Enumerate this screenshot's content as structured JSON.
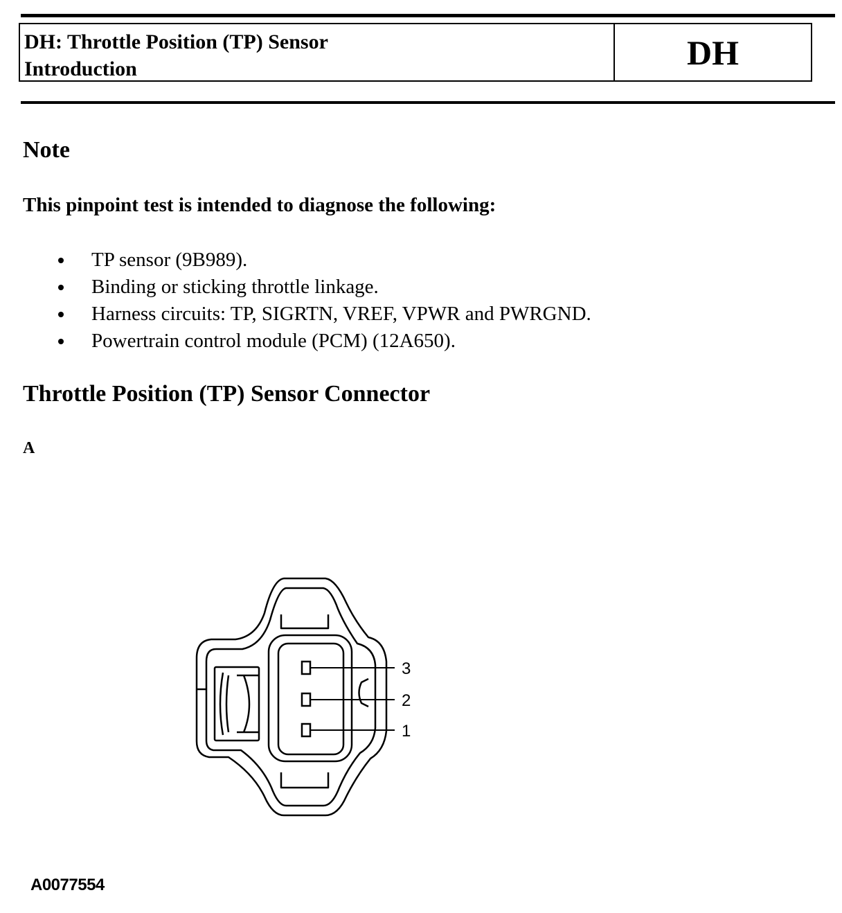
{
  "header": {
    "title_line1": "DH: Throttle Position (TP) Sensor",
    "title_line2": "Introduction",
    "code": "DH"
  },
  "note": {
    "heading": "Note",
    "intro": "This pinpoint test is intended to diagnose the following:",
    "items": [
      "TP sensor (9B989).",
      "Binding or sticking throttle linkage.",
      "Harness circuits: TP, SIGRTN, VREF, VPWR and PWRGND.",
      "Powertrain control module (PCM) (12A650)."
    ]
  },
  "connector": {
    "heading": "Throttle Position (TP) Sensor Connector",
    "view_label": "A",
    "pins": [
      "3",
      "2",
      "1"
    ],
    "figure_id": "A0077554"
  }
}
